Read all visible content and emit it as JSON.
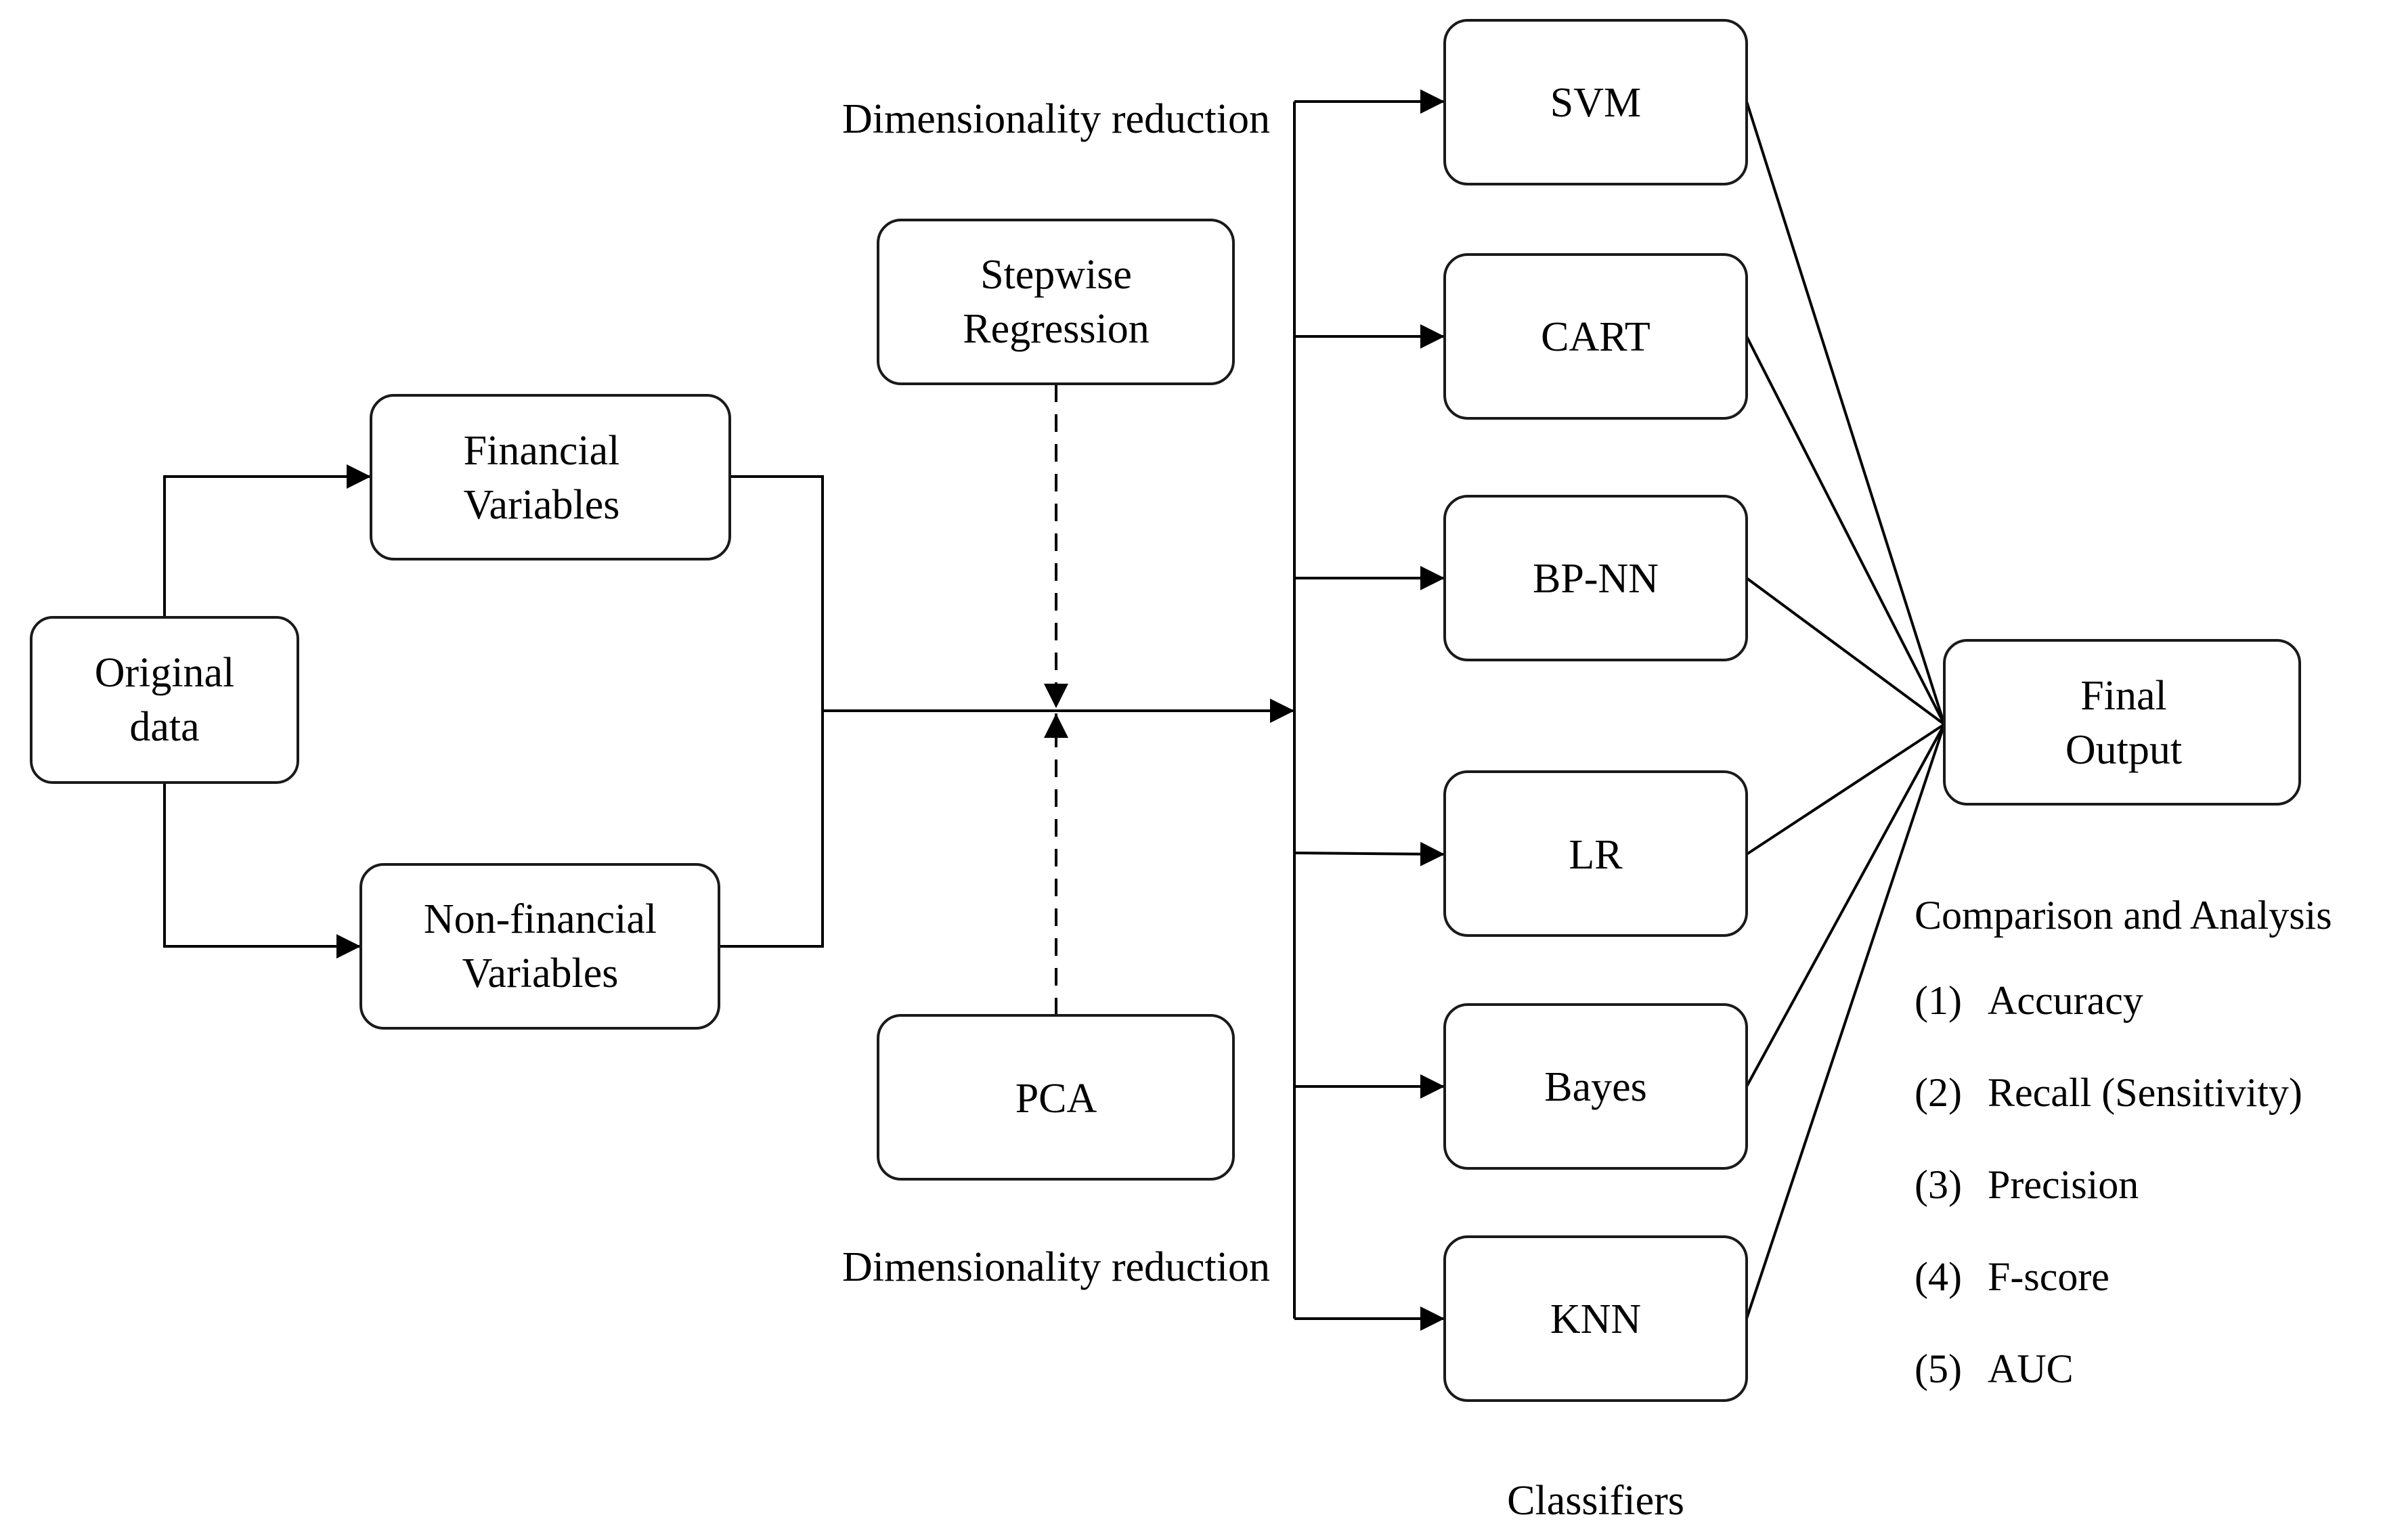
{
  "nodes": {
    "original": [
      "Original",
      "data"
    ],
    "financial": [
      "Financial",
      "Variables"
    ],
    "nonfinancial": [
      "Non-financial",
      "Variables"
    ],
    "stepwise": [
      "Stepwise",
      "Regression"
    ],
    "pca": "PCA",
    "final": [
      "Final",
      "Output"
    ]
  },
  "dimensionality_top": "Dimensionality reduction",
  "dimensionality_bottom": "Dimensionality reduction",
  "classifiers": {
    "caption": "Classifiers",
    "items": [
      "SVM",
      "CART",
      "BP-NN",
      "LR",
      "Bayes",
      "KNN"
    ]
  },
  "comparison": {
    "title": "Comparison and Analysis",
    "items": [
      {
        "num": "(1)",
        "label": "Accuracy"
      },
      {
        "num": "(2)",
        "label": "Recall (Sensitivity)"
      },
      {
        "num": "(3)",
        "label": "Precision"
      },
      {
        "num": "(4)",
        "label": "F-score"
      },
      {
        "num": "(5)",
        "label": "AUC"
      }
    ]
  }
}
